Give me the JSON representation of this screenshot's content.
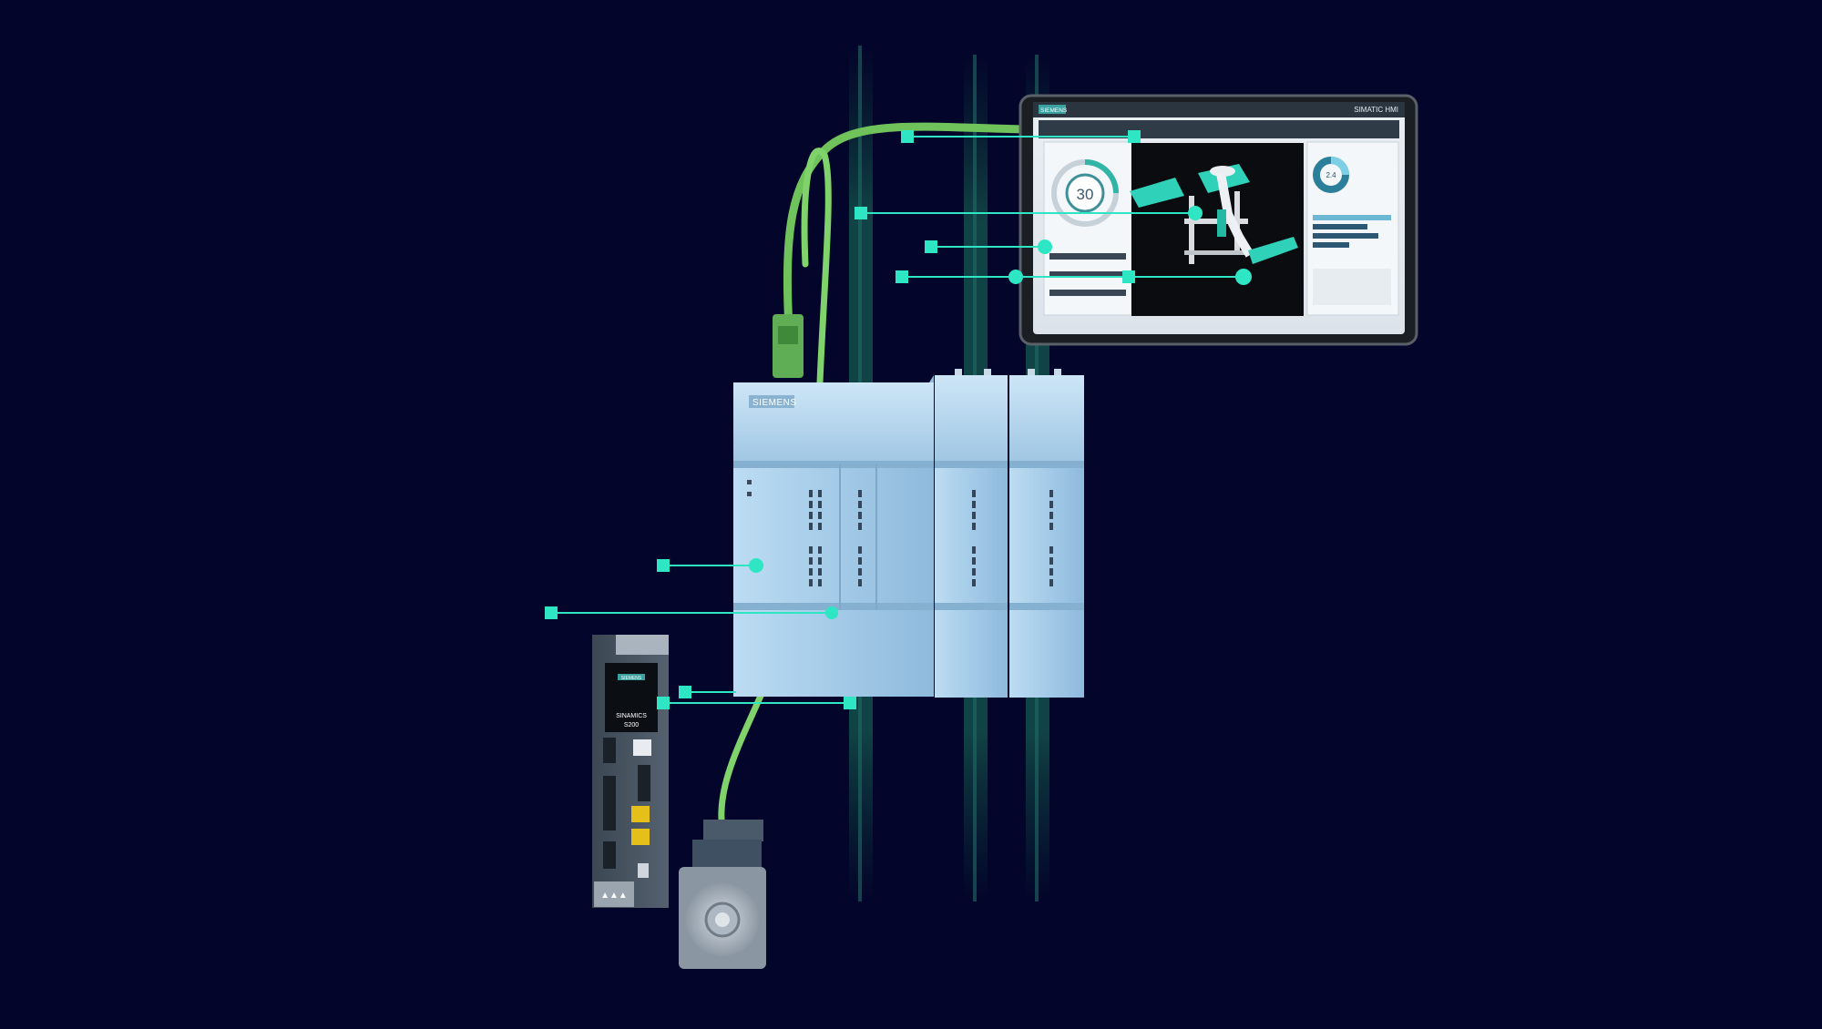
{
  "scene": {
    "background": "#03052a",
    "accent": "#2ee6c4",
    "cable_color": "#7fd36a"
  },
  "plc": {
    "brand": "SIEMENS",
    "body_color": "#9ec7e6"
  },
  "hmi": {
    "brand": "SIEMENS",
    "title": "SIMATIC HMI",
    "gauge_value": "30",
    "donut_value": "2.4"
  },
  "drive": {
    "brand": "SIEMENS",
    "model_line1": "SINAMICS",
    "model_line2": "S200",
    "warning_icons": "▲▲▲"
  },
  "icons": {
    "callout_marker": "square-marker-icon",
    "callout_node": "circle-node-icon"
  }
}
